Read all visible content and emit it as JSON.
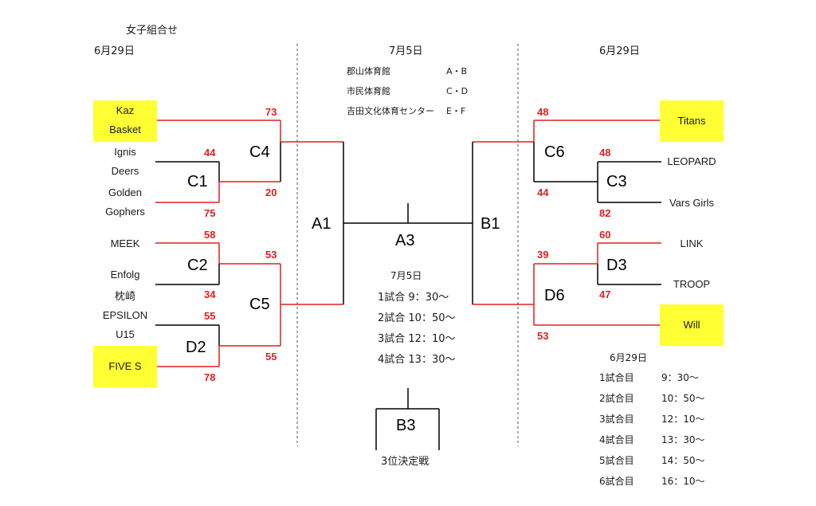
{
  "title": "女子組合せ",
  "left_date": "6月29日",
  "center_date": "7月5日",
  "right_date": "6月29日",
  "venues": [
    {
      "name": "郡山体育館",
      "courts": "A・B"
    },
    {
      "name": "市民体育館",
      "courts": "C・D"
    },
    {
      "name": "吉田文化体育センター",
      "courts": "E・F"
    }
  ],
  "left_teams": {
    "kaz_line1": "Kaz",
    "kaz_line2": "Basket",
    "ignis": "Ignis",
    "deers": "Deers",
    "golden": "Golden",
    "gophers": "Gophers",
    "meek": "MEEK",
    "enfolg": "Enfolg",
    "makurazaki": "枕崎",
    "epsilon": "EPSILON",
    "u15": "U15",
    "fives": "FIVE S"
  },
  "right_teams": {
    "titans": "Titans",
    "leopard": "LEOPARD",
    "vars": "Vars Girls",
    "link": "LINK",
    "troop": "TROOP",
    "will": "Will"
  },
  "matches": {
    "c1": "C1",
    "c2": "C2",
    "c4": "C4",
    "c5": "C5",
    "d2": "D2",
    "a1": "A1",
    "a3": "A3",
    "b1": "B1",
    "b3": "B3",
    "c3": "C3",
    "c6": "C6",
    "d3": "D3",
    "d6": "D6"
  },
  "scores": {
    "c4_top": "73",
    "c4_bottom": "20",
    "c1_top": "44",
    "c1_bottom": "75",
    "c2_top": "58",
    "c2_bottom": "34",
    "c5_top": "53",
    "c5_bottom": "55",
    "d2_top": "55",
    "d2_bottom": "78",
    "c6_top": "48",
    "c6_bottom": "44",
    "c3_top": "48",
    "c3_bottom": "82",
    "d3_top": "60",
    "d3_bottom": "47",
    "d6_top": "39",
    "d6_bottom": "53"
  },
  "center_schedule": {
    "date": "7月5日",
    "games": [
      "1試合 9：30～",
      "2試合 10：50～",
      "3試合 12：10～",
      "4試合 13：30～"
    ]
  },
  "third_place": "3位決定戦",
  "right_schedule": {
    "date": "6月29日",
    "games": [
      {
        "label": "1試合目",
        "time": "9：30～"
      },
      {
        "label": "2試合目",
        "time": "10：50～"
      },
      {
        "label": "3試合目",
        "time": "12：10～"
      },
      {
        "label": "4試合目",
        "time": "13：30～"
      },
      {
        "label": "5試合目",
        "time": "14：50～"
      },
      {
        "label": "6試合目",
        "time": "16：10～"
      }
    ]
  },
  "colors": {
    "win_line": "#e02020",
    "lose_line": "#000000",
    "highlight": "#ffff33"
  }
}
